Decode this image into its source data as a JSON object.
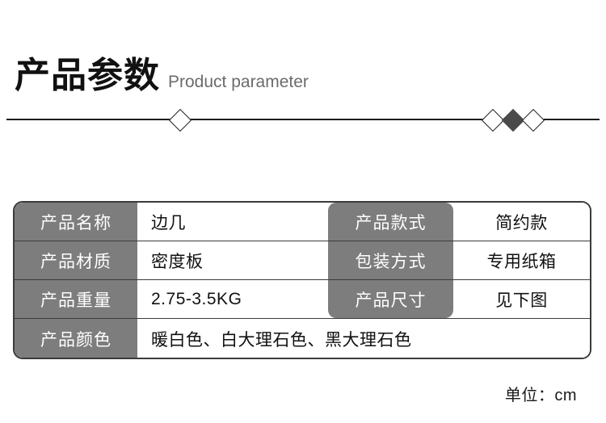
{
  "header": {
    "title_cn": "产品参数",
    "title_en": "Product parameter"
  },
  "divider": {
    "diamond_left": "diamond-outline",
    "diamond_right_1": "diamond-outline",
    "diamond_right_2": "diamond-filled",
    "diamond_right_3": "diamond-outline",
    "line_color": "#1c1c1c",
    "filled_color": "#4a4a4a"
  },
  "spec_table": {
    "label_bg": "#7d7d7d",
    "label_color": "#ffffff",
    "border_color": "#3b3b3b",
    "rows": [
      {
        "left_label": "产品名称",
        "left_value": "边几",
        "right_label": "产品款式",
        "right_value": "简约款"
      },
      {
        "left_label": "产品材质",
        "left_value": "密度板",
        "right_label": "包装方式",
        "right_value": "专用纸箱"
      },
      {
        "left_label": "产品重量",
        "left_value": "2.75-3.5KG",
        "right_label": "产品尺寸",
        "right_value": "见下图"
      }
    ],
    "full_row": {
      "label": "产品颜色",
      "value": "暖白色、白大理石色、黑大理石色"
    }
  },
  "footer": {
    "unit_note": "单位：cm"
  }
}
